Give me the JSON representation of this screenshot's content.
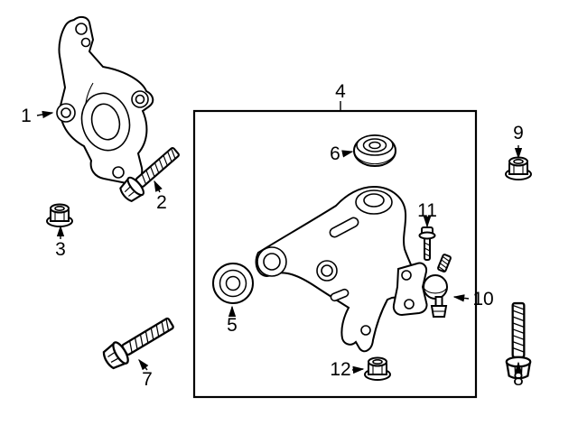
{
  "diagram": {
    "background": "#ffffff",
    "line_color": "#000000",
    "callouts": [
      {
        "label": "1"
      },
      {
        "label": "2"
      },
      {
        "label": "3"
      },
      {
        "label": "4"
      },
      {
        "label": "5"
      },
      {
        "label": "6"
      },
      {
        "label": "7"
      },
      {
        "label": "8"
      },
      {
        "label": "9"
      },
      {
        "label": "10"
      },
      {
        "label": "11"
      },
      {
        "label": "12"
      }
    ]
  }
}
